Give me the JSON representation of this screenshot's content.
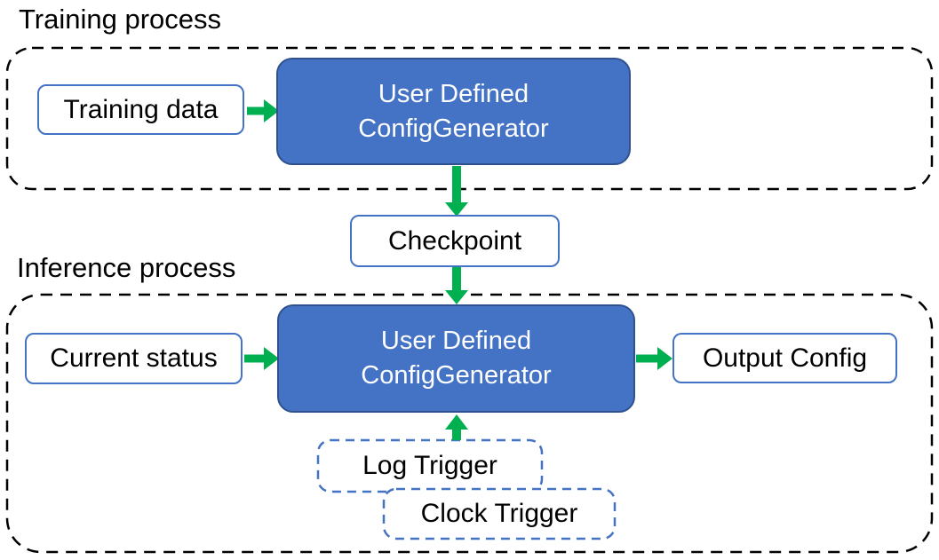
{
  "colors": {
    "node_fill_blue": "#4472C4",
    "node_border_blue_dark": "#2F528F",
    "node_border_blue": "#4472C4",
    "trigger_border_blue": "#4472C4",
    "region_outline_black": "#000000",
    "arrow_green": "#00B050",
    "text_black": "#000000",
    "text_white": "#FFFFFF",
    "background_white": "#FFFFFF"
  },
  "training": {
    "label": "Training process",
    "training_data": "Training data",
    "generator_line1": "User Defined",
    "generator_line2": "ConfigGenerator"
  },
  "checkpoint": "Checkpoint",
  "inference": {
    "label": "Inference process",
    "current_status": "Current status",
    "generator_line1": "User Defined",
    "generator_line2": "ConfigGenerator",
    "output_config": "Output Config",
    "log_trigger": "Log Trigger",
    "clock_trigger": "Clock Trigger"
  }
}
